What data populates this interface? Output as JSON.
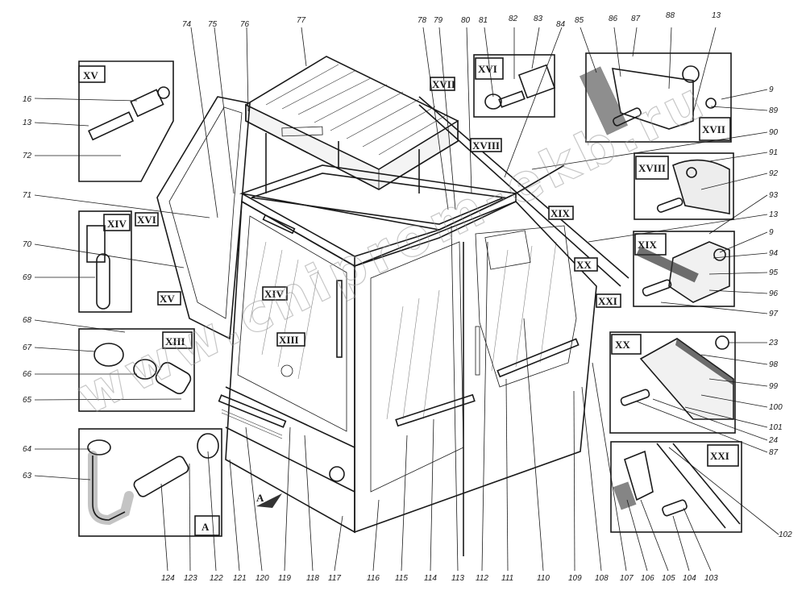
{
  "watermark": "www.cniprom-ekb.ru",
  "detail_views": {
    "XV": "XV",
    "XIV": "XIV",
    "XIII": "XIII",
    "A": "A",
    "XVI": "XVI",
    "XVII": "XVII",
    "XVIII": "XVIII",
    "XIX": "XIX",
    "XX": "XX",
    "XXI": "XXI"
  },
  "main_view_markers": {
    "XV": "XV",
    "XVI": "XVI",
    "XIV": "XIV",
    "XIII": "XIII",
    "XVII": "XVII",
    "XVIII": "XVIII",
    "XIX": "XIX",
    "XX": "XX",
    "XXI": "XXI",
    "A": "A"
  },
  "part_numbers": {
    "top": [
      "74",
      "75",
      "76",
      "77",
      "78",
      "79",
      "80",
      "81",
      "82",
      "83",
      "84",
      "85",
      "86",
      "87",
      "88",
      "13"
    ],
    "left": [
      "16",
      "13",
      "72",
      "71",
      "70",
      "69",
      "68",
      "67",
      "66",
      "65",
      "64",
      "63"
    ],
    "right": [
      "9",
      "89",
      "90",
      "91",
      "92",
      "93",
      "13",
      "9",
      "94",
      "95",
      "96",
      "97",
      "23",
      "98",
      "99",
      "100",
      "101",
      "24",
      "87",
      "102"
    ],
    "bottom": [
      "124",
      "123",
      "122",
      "121",
      "120",
      "119",
      "118",
      "117",
      "116",
      "115",
      "114",
      "113",
      "112",
      "111",
      "110",
      "109",
      "108",
      "107",
      "106",
      "105",
      "104",
      "103"
    ]
  }
}
